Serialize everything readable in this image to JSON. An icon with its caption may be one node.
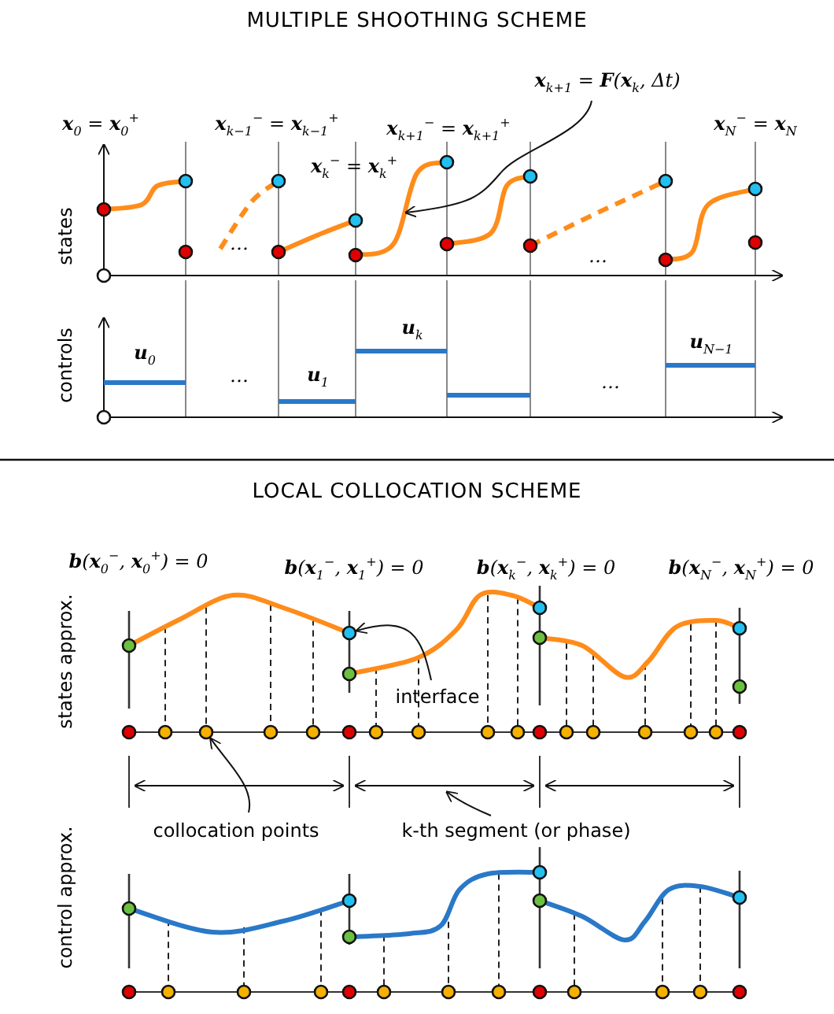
{
  "diagram": {
    "title": "MULTIPLE SHOOTHING SCHEME",
    "nodes": [
      {
        "text": [
          "**x**$_{k+1}$ = **F**(**x**$_{k}$, Δt)"
        ]
      },
      {
        "text": [
          "interface"
        ]
      },
      {
        "text": [],
        "shape": "circle"
      },
      {
        "text": [
          "collocation points"
        ]
      },
      {
        "text": [],
        "shape": "circle"
      },
      {
        "text": [
          "k-th segment (or phase)"
        ]
      }
    ],
    "edges": [
      {
        "from": 0,
        "to": null,
        "arrow": "to"
      },
      {
        "from": 1,
        "to": 2,
        "arrow": "to"
      },
      {
        "from": 3,
        "to": 4,
        "arrow": "to"
      },
      {
        "from": 5,
        "to": null,
        "arrow": "to"
      }
    ],
    "labels": [
      "**x**$_{0}$ = **x**$_{0}$$^{+}$",
      "**x**$_{k−1}$$^{−}$ = **x**$_{k−1}$$^{+}$",
      "**x**$_{k+1}$$^{−}$ = **x**$_{k+1}$$^{+}$",
      "**x**$_{N}$$^{−}$ = **x**$_{N}$",
      "**x**$_{k}$$^{−}$ = **x**$_{k}$$^{+}$",
      "states",
      "…",
      "…",
      "controls",
      "**u**$_{0}$",
      "…",
      "**u**$_{1}$",
      "**u**$_{k}$",
      "**u**$_{N−1}$",
      "…",
      "LOCAL COLLOCATION SCHEME",
      "**b**(**x**$_{0}$$^{−}$, **x**$_{0}$$^{+}$) = 0",
      "**b**(**x**$_{1}$$^{−}$, **x**$_{1}$$^{+}$) = 0",
      "**b**(**x**$_{k}$$^{−}$, **x**$_{k}$$^{+}$) = 0",
      "**b**(**x**$_{N}$$^{−}$, **x**$_{N}$$^{+}$) = 0",
      "states approx.",
      "control approx."
    ]
  }
}
